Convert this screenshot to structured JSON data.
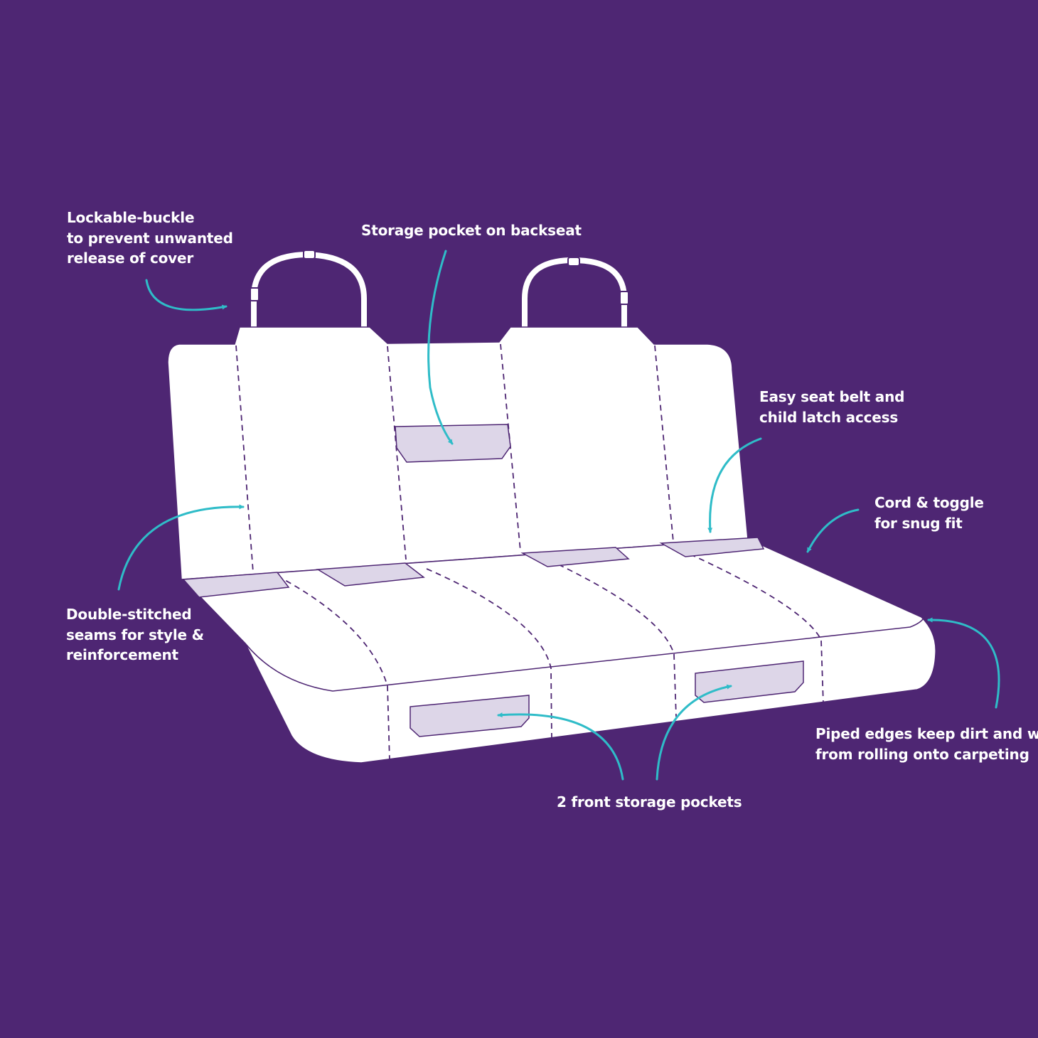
{
  "colors": {
    "background": "#4e2673",
    "seat_fill": "#ffffff",
    "pocket_fill": "#ddd6e8",
    "stroke": "#4e2673",
    "arrow": "#2fbcc8",
    "text": "#ffffff"
  },
  "callouts": {
    "lockable_buckle": [
      "Lockable-buckle",
      "to prevent unwanted",
      "release of cover"
    ],
    "storage_pocket_backseat": [
      "Storage pocket on backseat"
    ],
    "seat_belt_access": [
      "Easy seat belt and",
      "child latch access"
    ],
    "cord_toggle": [
      "Cord & toggle",
      "for snug fit"
    ],
    "double_stitched": [
      "Double-stitched",
      "seams for style &",
      "reinforcement"
    ],
    "piped_edges": [
      "Piped edges keep dirt and water",
      "from rolling onto carpeting"
    ],
    "front_pockets": [
      "2 front storage pockets"
    ]
  }
}
